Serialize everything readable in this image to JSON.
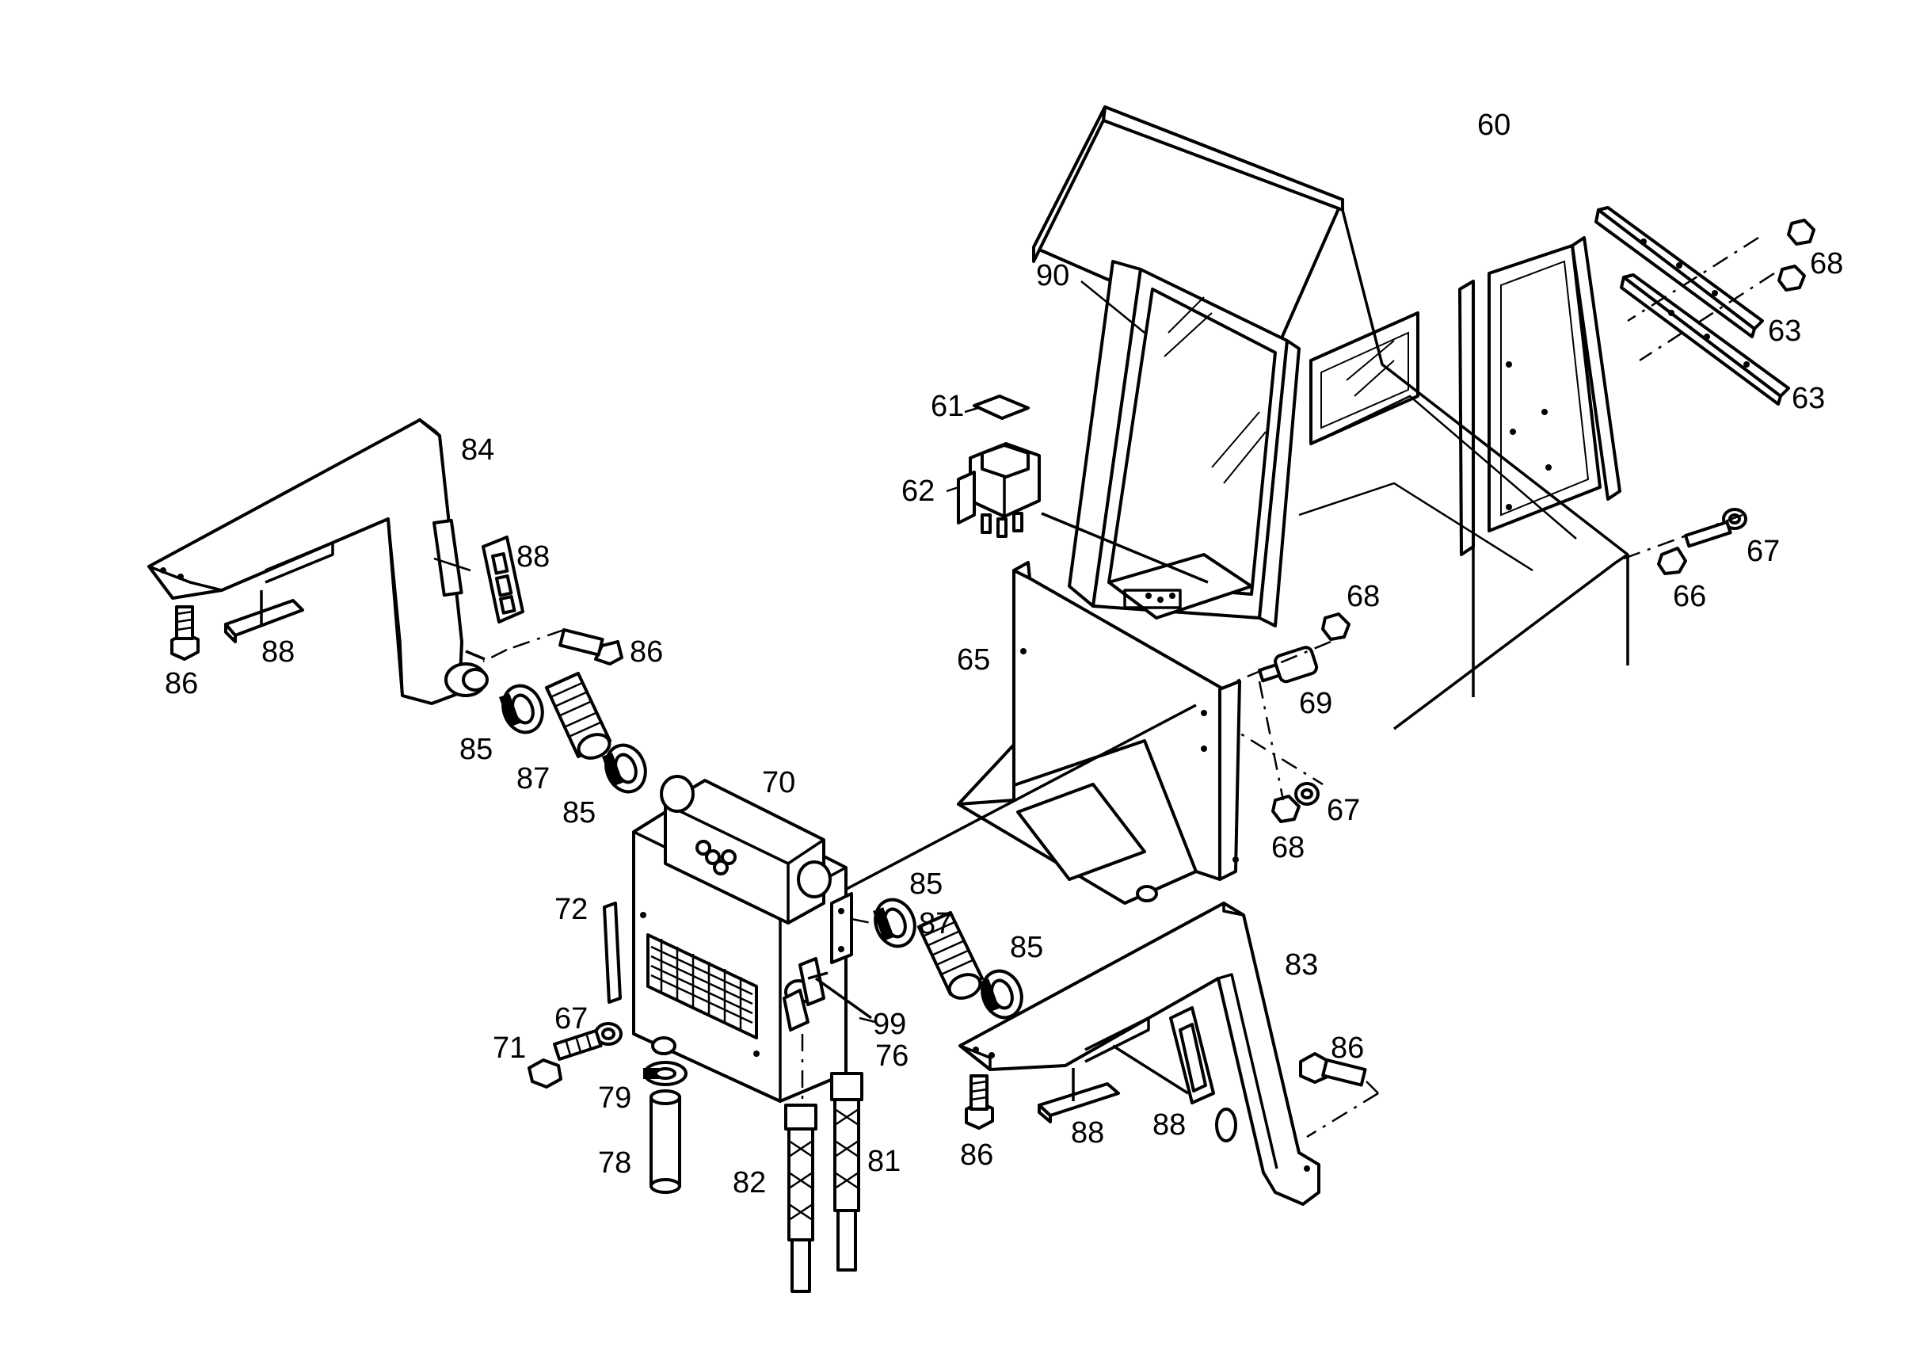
{
  "callouts": [
    {
      "id": "c60",
      "text": "60"
    },
    {
      "id": "c90",
      "text": "90"
    },
    {
      "id": "c68a",
      "text": "68"
    },
    {
      "id": "c63a",
      "text": "63"
    },
    {
      "id": "c63b",
      "text": "63"
    },
    {
      "id": "c61",
      "text": "61"
    },
    {
      "id": "c62",
      "text": "62"
    },
    {
      "id": "c84",
      "text": "84"
    },
    {
      "id": "c88a",
      "text": "88"
    },
    {
      "id": "c88b",
      "text": "88"
    },
    {
      "id": "c86a",
      "text": "86"
    },
    {
      "id": "c86b",
      "text": "86"
    },
    {
      "id": "c67a",
      "text": "67"
    },
    {
      "id": "c66",
      "text": "66"
    },
    {
      "id": "c68b",
      "text": "68"
    },
    {
      "id": "c65",
      "text": "65"
    },
    {
      "id": "c69",
      "text": "69"
    },
    {
      "id": "c67b",
      "text": "67"
    },
    {
      "id": "c68c",
      "text": "68"
    },
    {
      "id": "c85a",
      "text": "85"
    },
    {
      "id": "c87a",
      "text": "87"
    },
    {
      "id": "c85b",
      "text": "85"
    },
    {
      "id": "c70",
      "text": "70"
    },
    {
      "id": "c72",
      "text": "72"
    },
    {
      "id": "c85c",
      "text": "85"
    },
    {
      "id": "c87b",
      "text": "87"
    },
    {
      "id": "c85d",
      "text": "85"
    },
    {
      "id": "c83",
      "text": "83"
    },
    {
      "id": "c67c",
      "text": "67"
    },
    {
      "id": "c71",
      "text": "71"
    },
    {
      "id": "c99",
      "text": "99"
    },
    {
      "id": "c76",
      "text": "76"
    },
    {
      "id": "c79",
      "text": "79"
    },
    {
      "id": "c86c",
      "text": "86"
    },
    {
      "id": "c78",
      "text": "78"
    },
    {
      "id": "c82",
      "text": "82"
    },
    {
      "id": "c81",
      "text": "81"
    },
    {
      "id": "c88c",
      "text": "88"
    },
    {
      "id": "c88d",
      "text": "88"
    },
    {
      "id": "c86d",
      "text": "86"
    }
  ]
}
